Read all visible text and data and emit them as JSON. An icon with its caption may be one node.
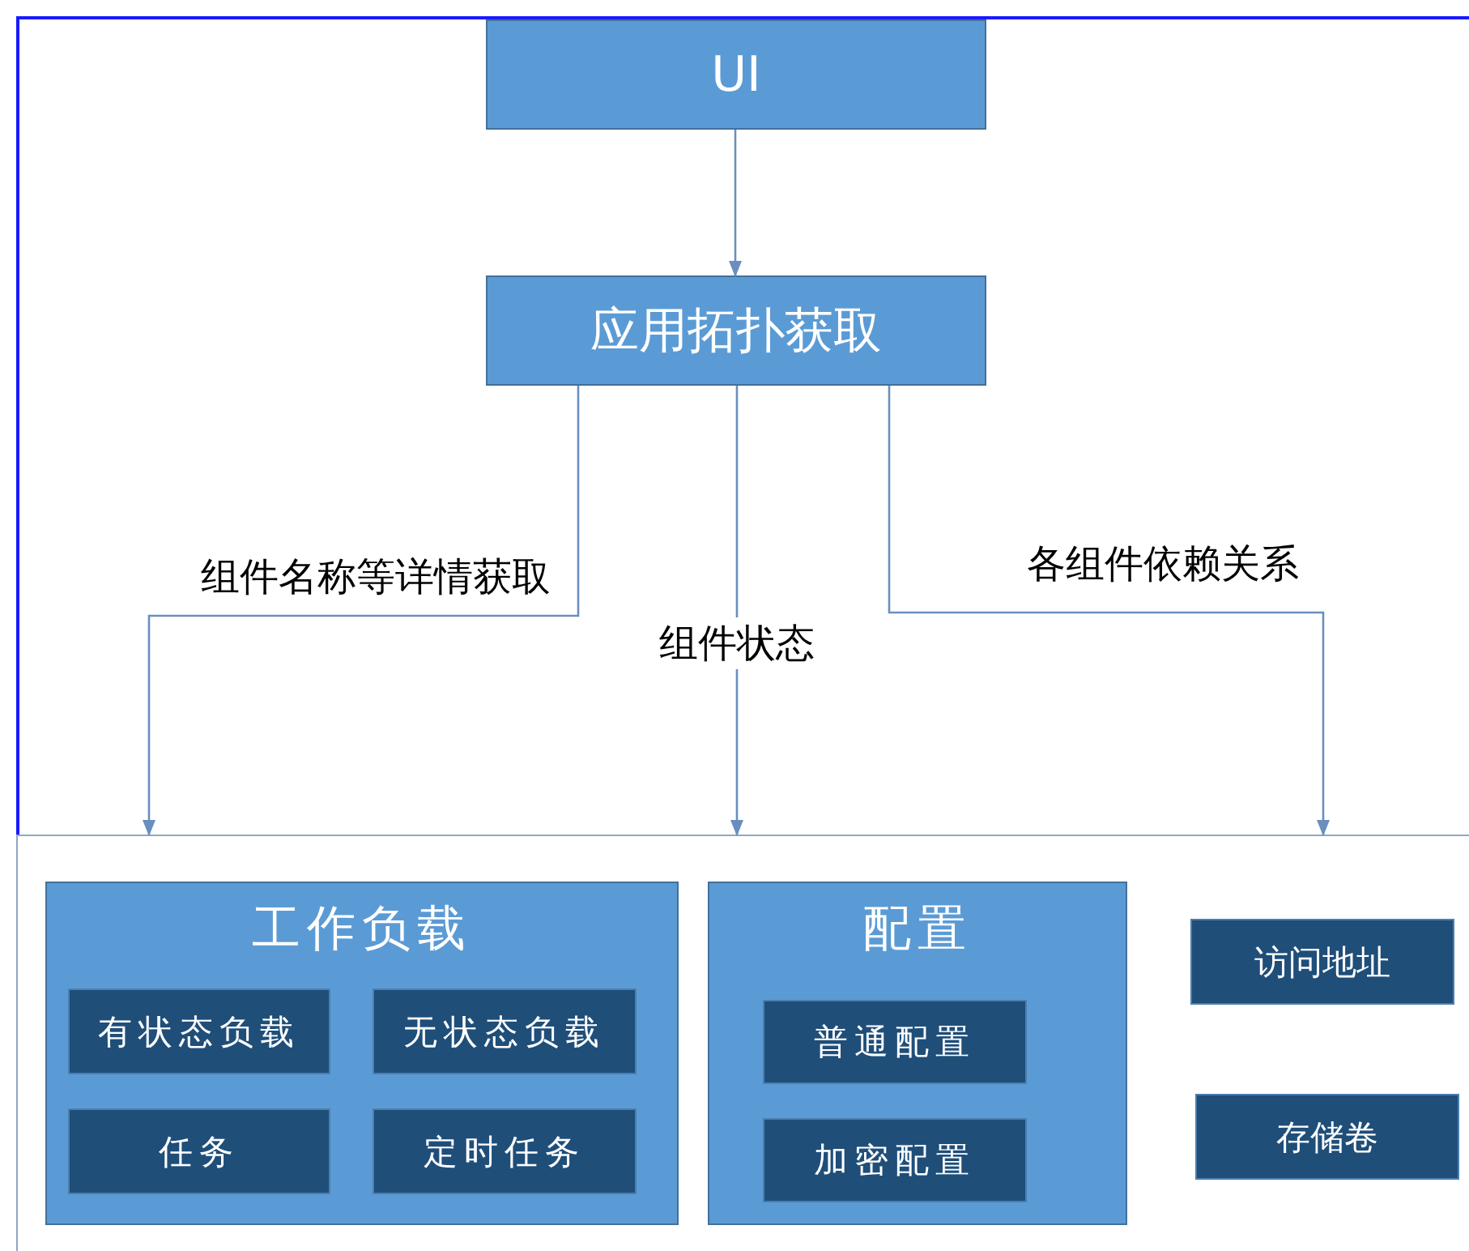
{
  "diagram": {
    "nodes": [
      {
        "text": [
          "UI"
        ]
      },
      {
        "text": [
          "应用拓扑获取"
        ]
      },
      {
        "text": [],
        "shape": "box"
      },
      {
        "text": [
          "工作负载"
        ],
        "in": 2
      },
      {
        "text": [
          "有状态负载"
        ],
        "in": 3
      },
      {
        "text": [
          "无状态负载"
        ],
        "in": 3
      },
      {
        "text": [
          "任务"
        ],
        "in": 3
      },
      {
        "text": [
          "定时任务"
        ],
        "in": 3
      },
      {
        "text": [
          "配置"
        ],
        "in": 2
      },
      {
        "text": [
          "普通配置"
        ],
        "in": 8
      },
      {
        "text": [
          "加密配置"
        ],
        "in": 8
      },
      {
        "text": [
          "访问地址"
        ],
        "in": 2
      },
      {
        "text": [
          "存储卷"
        ],
        "in": 2
      }
    ],
    "edges": [
      {
        "from": 0,
        "to": 1,
        "arrow": "to"
      },
      {
        "from": 1,
        "to": 2,
        "arrow": "to",
        "label": "组件名称等详情获取"
      },
      {
        "from": 1,
        "to": 2,
        "arrow": "to",
        "label": "组件状态"
      },
      {
        "from": 1,
        "to": 2,
        "arrow": "to",
        "label": "各组件依赖关系"
      }
    ]
  }
}
